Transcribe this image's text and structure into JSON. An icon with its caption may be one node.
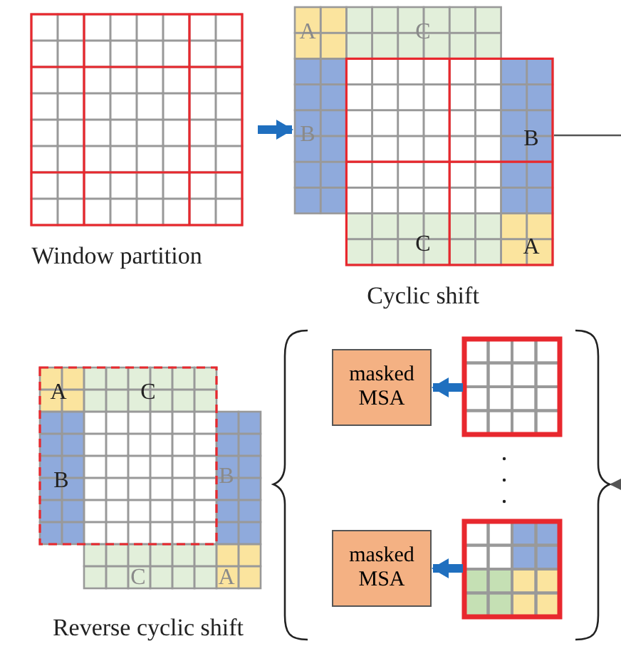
{
  "diagram": {
    "nodes": [
      {
        "text": [
          "Window partition"
        ]
      },
      {
        "text": [
          "Cyclic shift"
        ]
      },
      {
        "text": [
          "Reverse cyclic shift"
        ]
      },
      {
        "text": [],
        "shape": "brace"
      },
      {
        "text": [
          "masked MSA"
        ],
        "in": 3
      },
      {
        "text": [],
        "shape": "box",
        "in": 3
      },
      {
        "text": [
          "masked MSA"
        ],
        "in": 3
      },
      {
        "text": [],
        "shape": "box",
        "in": 3
      }
    ],
    "edges": [
      {
        "from": 0,
        "to": 1,
        "arrow": "to"
      },
      {
        "from": 1,
        "to": null,
        "arrow": "none",
        "color": "#555555"
      },
      {
        "from": null,
        "to": 3,
        "arrow": "to",
        "color": "#555555"
      },
      {
        "from": 5,
        "to": 4,
        "arrow": "to"
      },
      {
        "from": 7,
        "to": 6,
        "arrow": "to"
      }
    ],
    "labels": [
      "A",
      "C",
      "B",
      "B",
      "C",
      "A",
      "A",
      "C",
      "B",
      "B",
      "C",
      "A"
    ]
  }
}
